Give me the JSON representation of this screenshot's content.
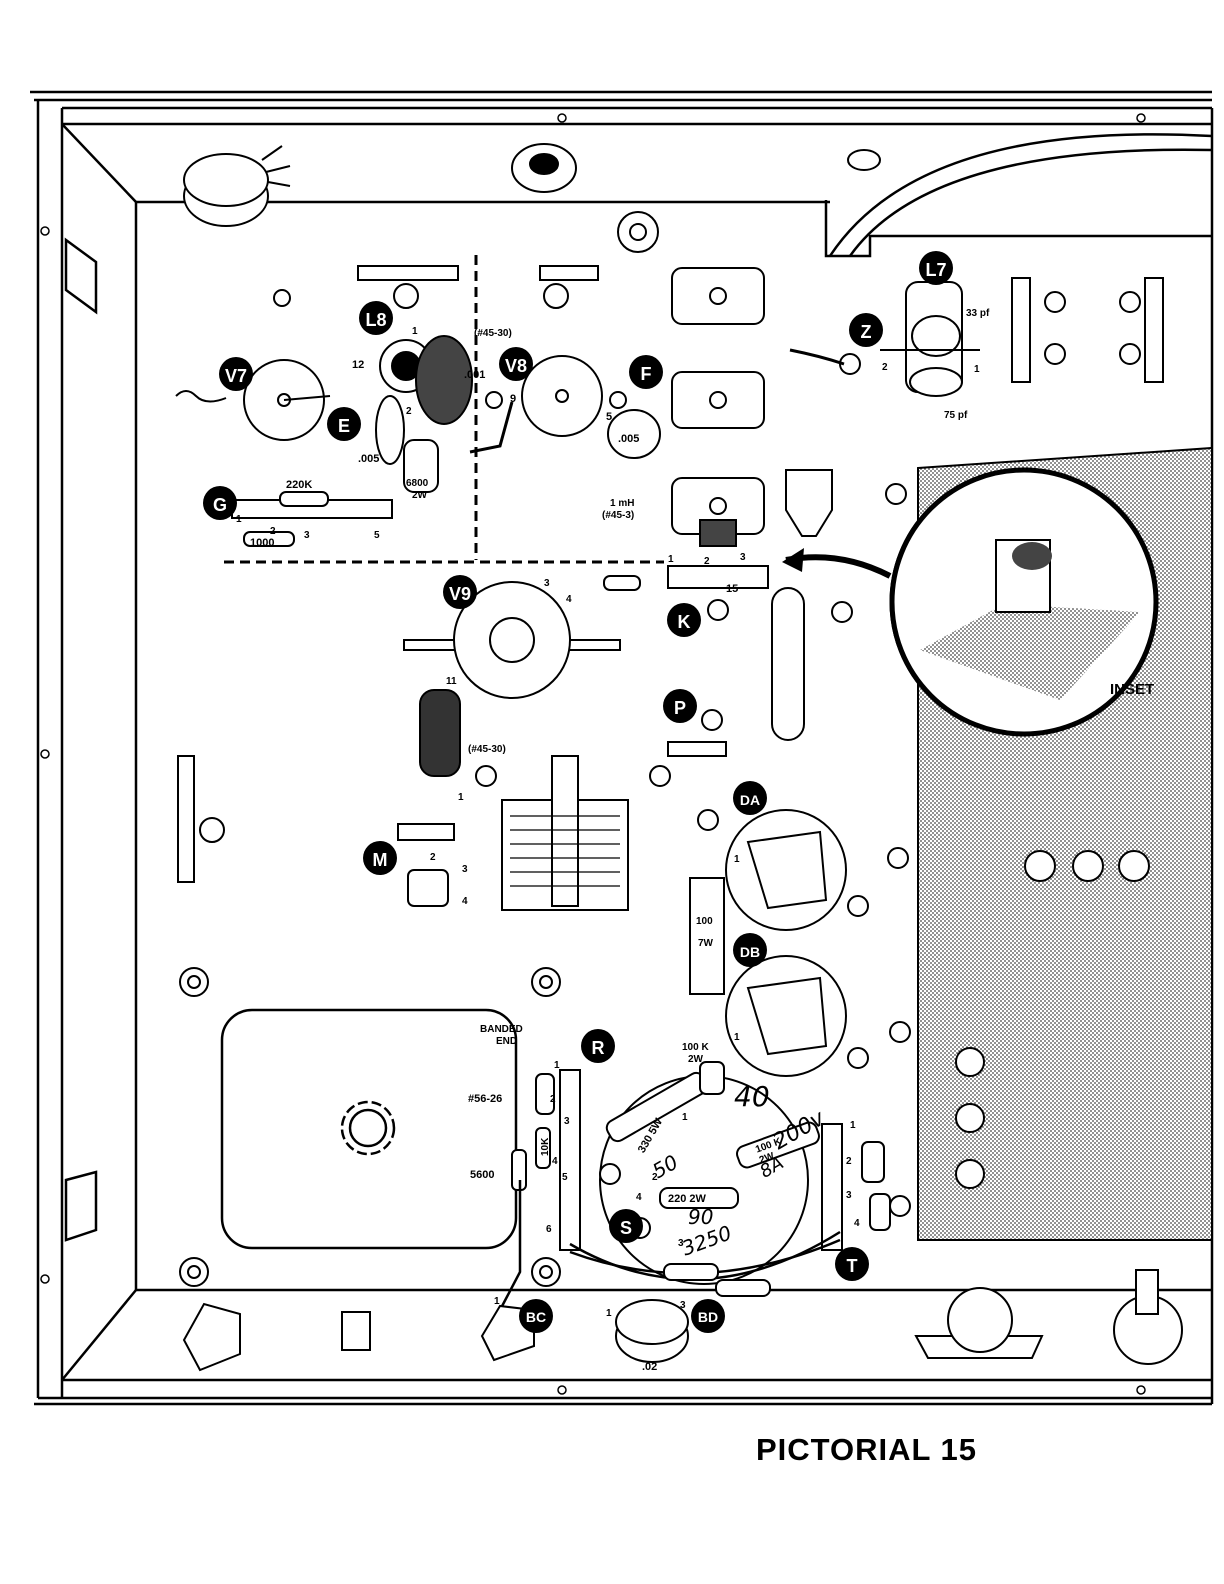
{
  "title": "PICTORIAL 15",
  "markers": {
    "L7": "L7",
    "L8": "L8",
    "V7": "V7",
    "V8": "V8",
    "V9": "V9",
    "E": "E",
    "F": "F",
    "G": "G",
    "K": "K",
    "Z": "Z",
    "P": "P",
    "M": "M",
    "DA": "DA",
    "DB": "DB",
    "R": "R",
    "S": "S",
    "T": "T",
    "BC": "BC",
    "BD": "BD"
  },
  "labels": {
    "part_45_30_top": "(#45-30)",
    "part_45_30_lower": "(#45-30)",
    "cap_001": ".001",
    "cap_005_left": ".005",
    "cap_005_right": ".005",
    "res_6800": "6800",
    "res_6800_w": "2W",
    "res_220k": "220K",
    "res_1000": "1000",
    "inductor_1mh": "1 mH",
    "inductor_1mh_part": "(#45-3)",
    "res_15": "15",
    "cap_33pf": "33 pf",
    "cap_75pf": "75 pf",
    "inset": "INSET",
    "res_100": "100",
    "res_100_w": "7W",
    "res_100k_top": "100 K",
    "res_100k_top_w": "2W",
    "res_330": "330 5W",
    "res_100k_mid": "100 K",
    "res_100k_mid_w": "2W",
    "res_220_2w": "220 2W",
    "res_10k": "10K",
    "res_5600": "5600",
    "part_56_26": "#56-26",
    "banded_end": "BANDED",
    "banded_end_2": "END",
    "cap_02": ".02"
  },
  "pin_numbers": {
    "l8_1": "1",
    "l8_2": "2",
    "l8_12": "12",
    "v8_9": "9",
    "v8_5": "5",
    "g_1": "1",
    "g_2": "2",
    "g_3": "3",
    "g_5": "5",
    "k_1": "1",
    "k_2": "2",
    "k_3": "3",
    "v9_3": "3",
    "v9_4": "4",
    "v9_11": "11",
    "l7_2": "2",
    "l7_1": "1",
    "m_1": "1",
    "m_2": "2",
    "m_3": "3",
    "m_4": "4",
    "da_1": "1",
    "db_1": "1",
    "r_1": "1",
    "r_2": "2",
    "r_3": "3",
    "r_4": "4",
    "r_5": "5",
    "r_6": "6",
    "s_1": "1",
    "s_2": "2",
    "s_3": "3",
    "s_4": "4",
    "t_1": "1",
    "t_2": "2",
    "t_3": "3",
    "t_4": "4",
    "bc_1": "1",
    "bd_1": "1",
    "bd_3": "3"
  },
  "handwritten": {
    "h40": "40",
    "h200v": "200v",
    "h50": "50",
    "h8a": "8A",
    "h90": "90",
    "h3250": "3250"
  }
}
